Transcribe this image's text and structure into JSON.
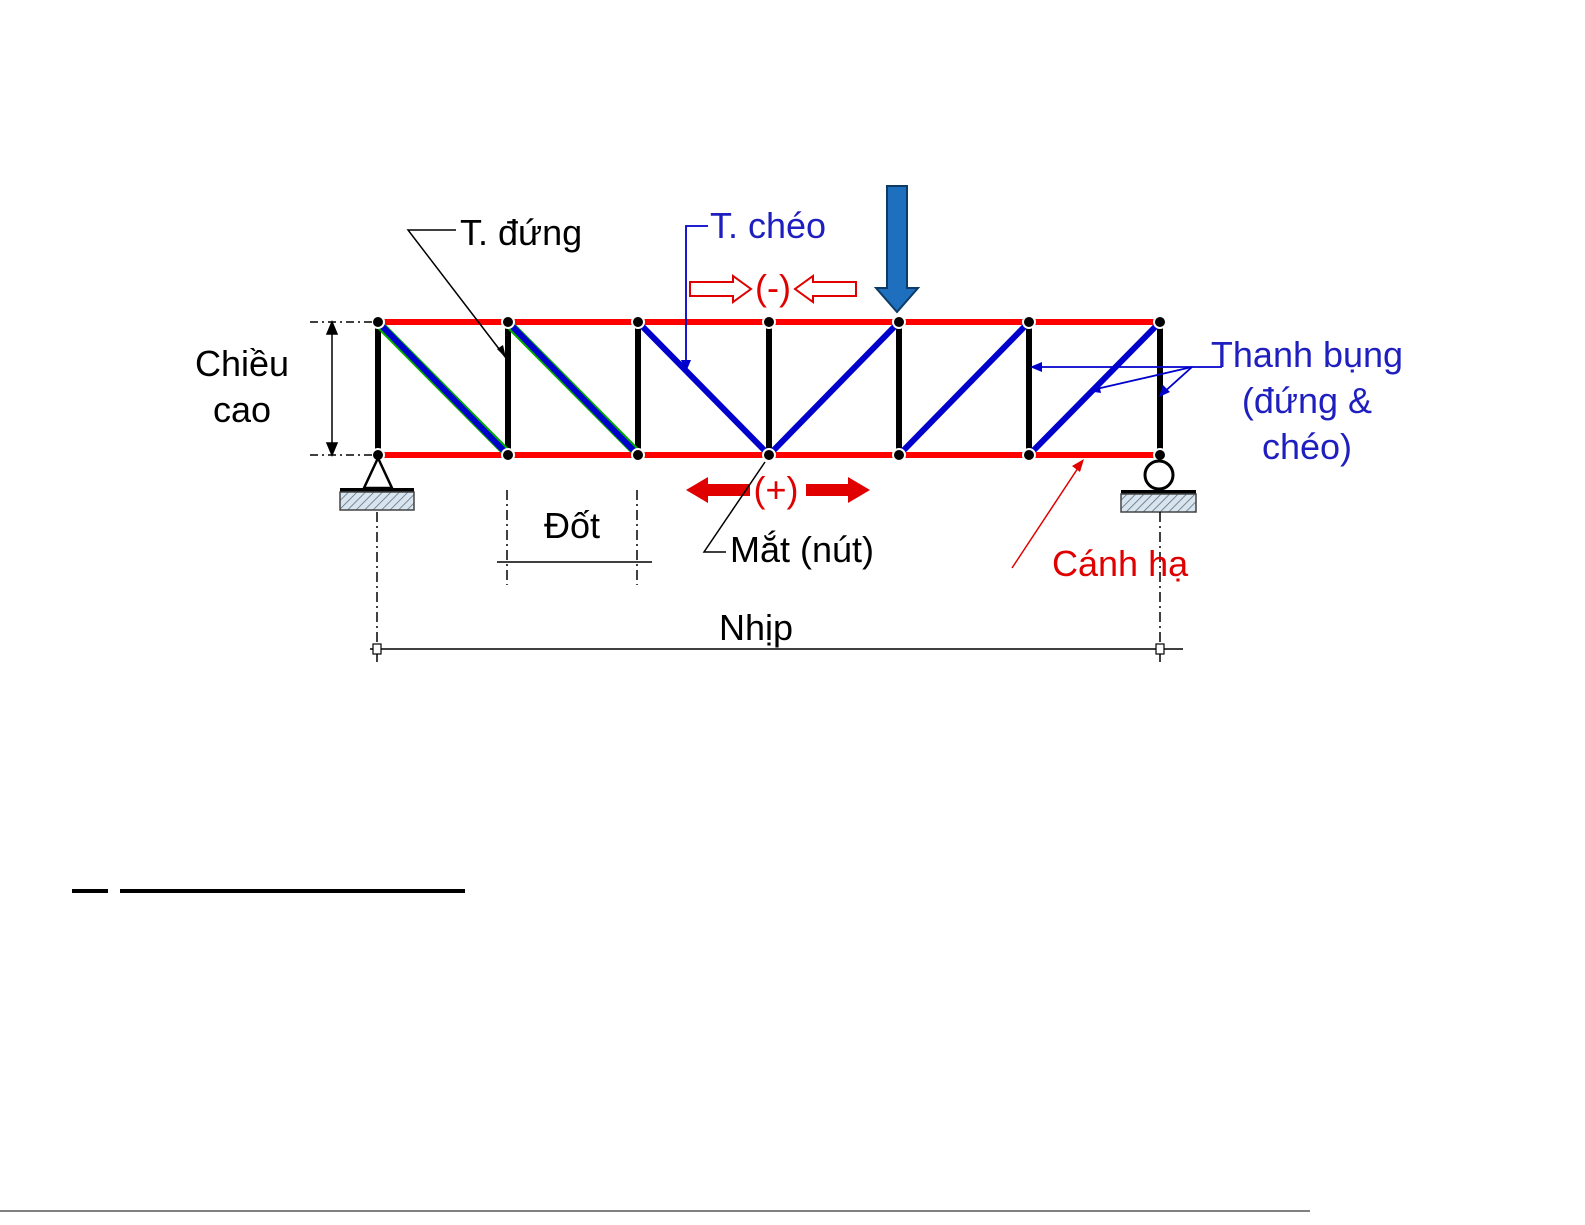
{
  "labels": {
    "vertical_member": "T. đứng",
    "diagonal_member": "T. chéo",
    "compression_sign": "(-)",
    "tension_sign": "(+)",
    "height_line1": "Chiều",
    "height_line2": "cao",
    "web_line1": "Thanh bụng",
    "web_line2": "(đứng &",
    "web_line3": "chéo)",
    "panel": "Đốt",
    "joint": "Mắt (nút)",
    "bottom_chord": "Cánh hạ",
    "span": "Nhịp"
  },
  "colors": {
    "chord": "#ff0000",
    "vertical": "#000000",
    "diagonal": "#0000cc",
    "diagonal_edge": "#00aa00",
    "label_blue": "#1f1fbf",
    "label_red": "#e00000",
    "load_arrow": "#1f6fbf"
  },
  "icons": {
    "pin_support": "pin-support-icon",
    "roller_support": "roller-support-icon",
    "load": "down-arrow-icon"
  }
}
